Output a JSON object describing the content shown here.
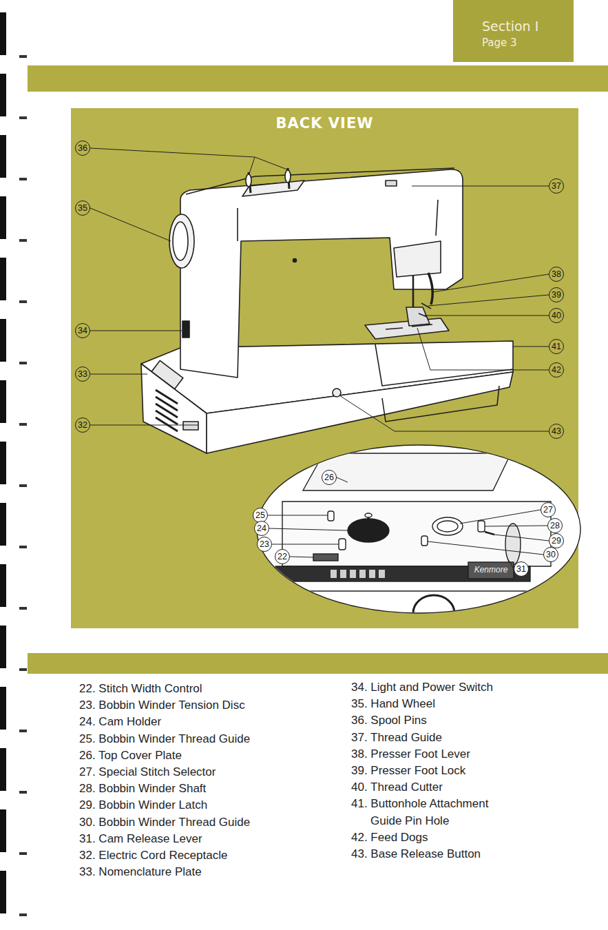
{
  "diagram": {
    "title": "BACK VIEW",
    "nodes": [
      {
        "text": [
          "Section I",
          "Page 3"
        ]
      },
      {
        "text": [
          "36"
        ]
      },
      {
        "text": [
          "37"
        ]
      },
      {
        "text": [
          "35"
        ]
      },
      {
        "text": [
          "38"
        ]
      },
      {
        "text": [
          "39"
        ]
      },
      {
        "text": [
          "40"
        ]
      },
      {
        "text": [
          "34"
        ]
      },
      {
        "text": [
          "41"
        ]
      },
      {
        "text": [
          "33"
        ]
      },
      {
        "text": [
          "42"
        ]
      },
      {
        "text": [
          "32"
        ]
      },
      {
        "text": [
          "43"
        ]
      },
      {
        "text": [
          "26"
        ]
      },
      {
        "text": [
          "27"
        ]
      },
      {
        "text": [
          "25"
        ]
      },
      {
        "text": [
          "28"
        ]
      },
      {
        "text": [
          "24"
        ]
      },
      {
        "text": [
          "29"
        ]
      },
      {
        "text": [
          "23"
        ]
      },
      {
        "text": [
          "30"
        ]
      },
      {
        "text": [
          "22"
        ]
      },
      {
        "text": [
          "31"
        ]
      }
    ],
    "labels": [
      "22. Stitch Width Control",
      "23. Bobbin Winder Tension Disc",
      "24. Cam Holder",
      "25. Bobbin Winder Thread Guide",
      "26. Top Cover Plate",
      "27. Special Stitch Selector",
      "28. Bobbin Winder Shaft",
      "29. Bobbin Winder Latch",
      "30. Bobbin Winder Thread Guide",
      "31. Cam Release Lever",
      "32. Electric Cord Receptacle",
      "33. Nomenclature Plate",
      "34. Light and Power Switch",
      "35. Hand Wheel",
      "36. Spool Pins",
      "37. Thread Guide",
      "38. Presser Foot Lever",
      "39. Presser Foot Lock",
      "40. Thread Cutter",
      "41. Buttonhole Attachment Guide Pin Hole",
      "42. Feed Dogs",
      "43. Base Release Button",
      "Kenmore"
    ]
  }
}
